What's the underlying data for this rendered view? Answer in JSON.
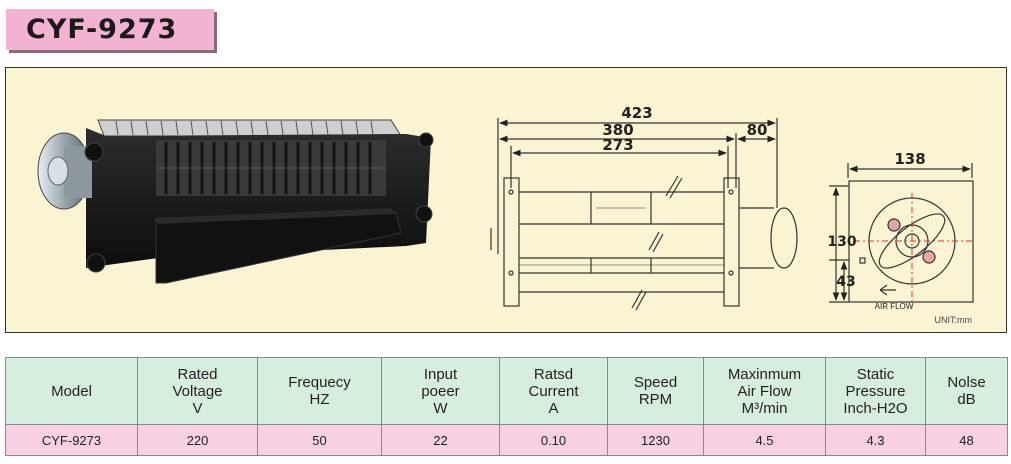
{
  "model_title": "CYF-9273",
  "drawing": {
    "dimensions": {
      "overall_length": "423",
      "body_length": "380",
      "motor_length": "80",
      "outlet_length": "273",
      "width": "138",
      "height": "130",
      "axis_height": "43"
    },
    "airflow_label": "AIR FLOW",
    "unit_label": "UNIT:mm"
  },
  "table": {
    "columns": [
      {
        "key": "model",
        "lines": [
          "Model"
        ]
      },
      {
        "key": "voltage",
        "lines": [
          "Rated",
          "Voltage",
          "V"
        ]
      },
      {
        "key": "frequency",
        "lines": [
          "Frequecy",
          "HZ"
        ]
      },
      {
        "key": "power",
        "lines": [
          "Input",
          "poeer",
          "W"
        ]
      },
      {
        "key": "current",
        "lines": [
          "Ratsd",
          "Current",
          "A"
        ]
      },
      {
        "key": "speed",
        "lines": [
          "Speed",
          "RPM"
        ]
      },
      {
        "key": "airflow",
        "lines": [
          "Maxinmum",
          "Air Flow",
          "M³/min"
        ]
      },
      {
        "key": "pressure",
        "lines": [
          "Static",
          "Pressure",
          "Inch-H2O"
        ]
      },
      {
        "key": "noise",
        "lines": [
          "Nolse",
          "dB"
        ]
      }
    ],
    "row": [
      "CYF-9273",
      "220",
      "50",
      "22",
      "0.10",
      "1230",
      "4.5",
      "4.3",
      "48"
    ]
  },
  "colors": {
    "title_bg": "#f4b2d3",
    "panel_bg": "#fbf4d2",
    "header_bg": "#d5eedd",
    "row_bg": "#f7d1e3",
    "centerline": "#e0302a"
  }
}
